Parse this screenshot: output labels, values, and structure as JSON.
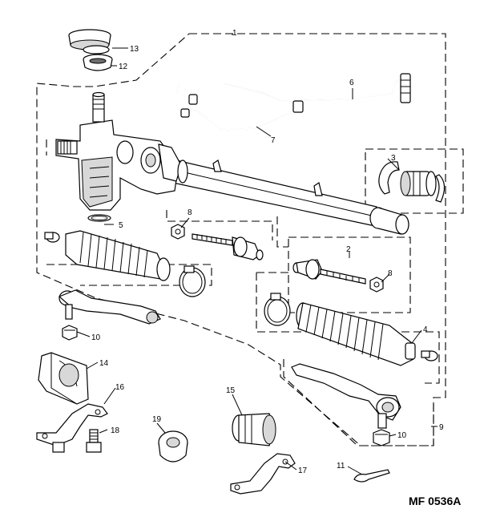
{
  "diagram": {
    "reference": "MF 0536A",
    "callouts": [
      {
        "id": "c1",
        "label": "1"
      },
      {
        "id": "c2",
        "label": "2"
      },
      {
        "id": "c3",
        "label": "3"
      },
      {
        "id": "c4",
        "label": "4"
      },
      {
        "id": "c5",
        "label": "5"
      },
      {
        "id": "c6",
        "label": "6"
      },
      {
        "id": "c7",
        "label": "7"
      },
      {
        "id": "c8a",
        "label": "8"
      },
      {
        "id": "c8b",
        "label": "8"
      },
      {
        "id": "c9",
        "label": "9"
      },
      {
        "id": "c10a",
        "label": "10"
      },
      {
        "id": "c10b",
        "label": "10"
      },
      {
        "id": "c11",
        "label": "11"
      },
      {
        "id": "c12",
        "label": "12"
      },
      {
        "id": "c13",
        "label": "13"
      },
      {
        "id": "c14",
        "label": "14"
      },
      {
        "id": "c15",
        "label": "15"
      },
      {
        "id": "c16",
        "label": "16"
      },
      {
        "id": "c17",
        "label": "17"
      },
      {
        "id": "c18",
        "label": "18"
      },
      {
        "id": "c19",
        "label": "19"
      }
    ]
  }
}
